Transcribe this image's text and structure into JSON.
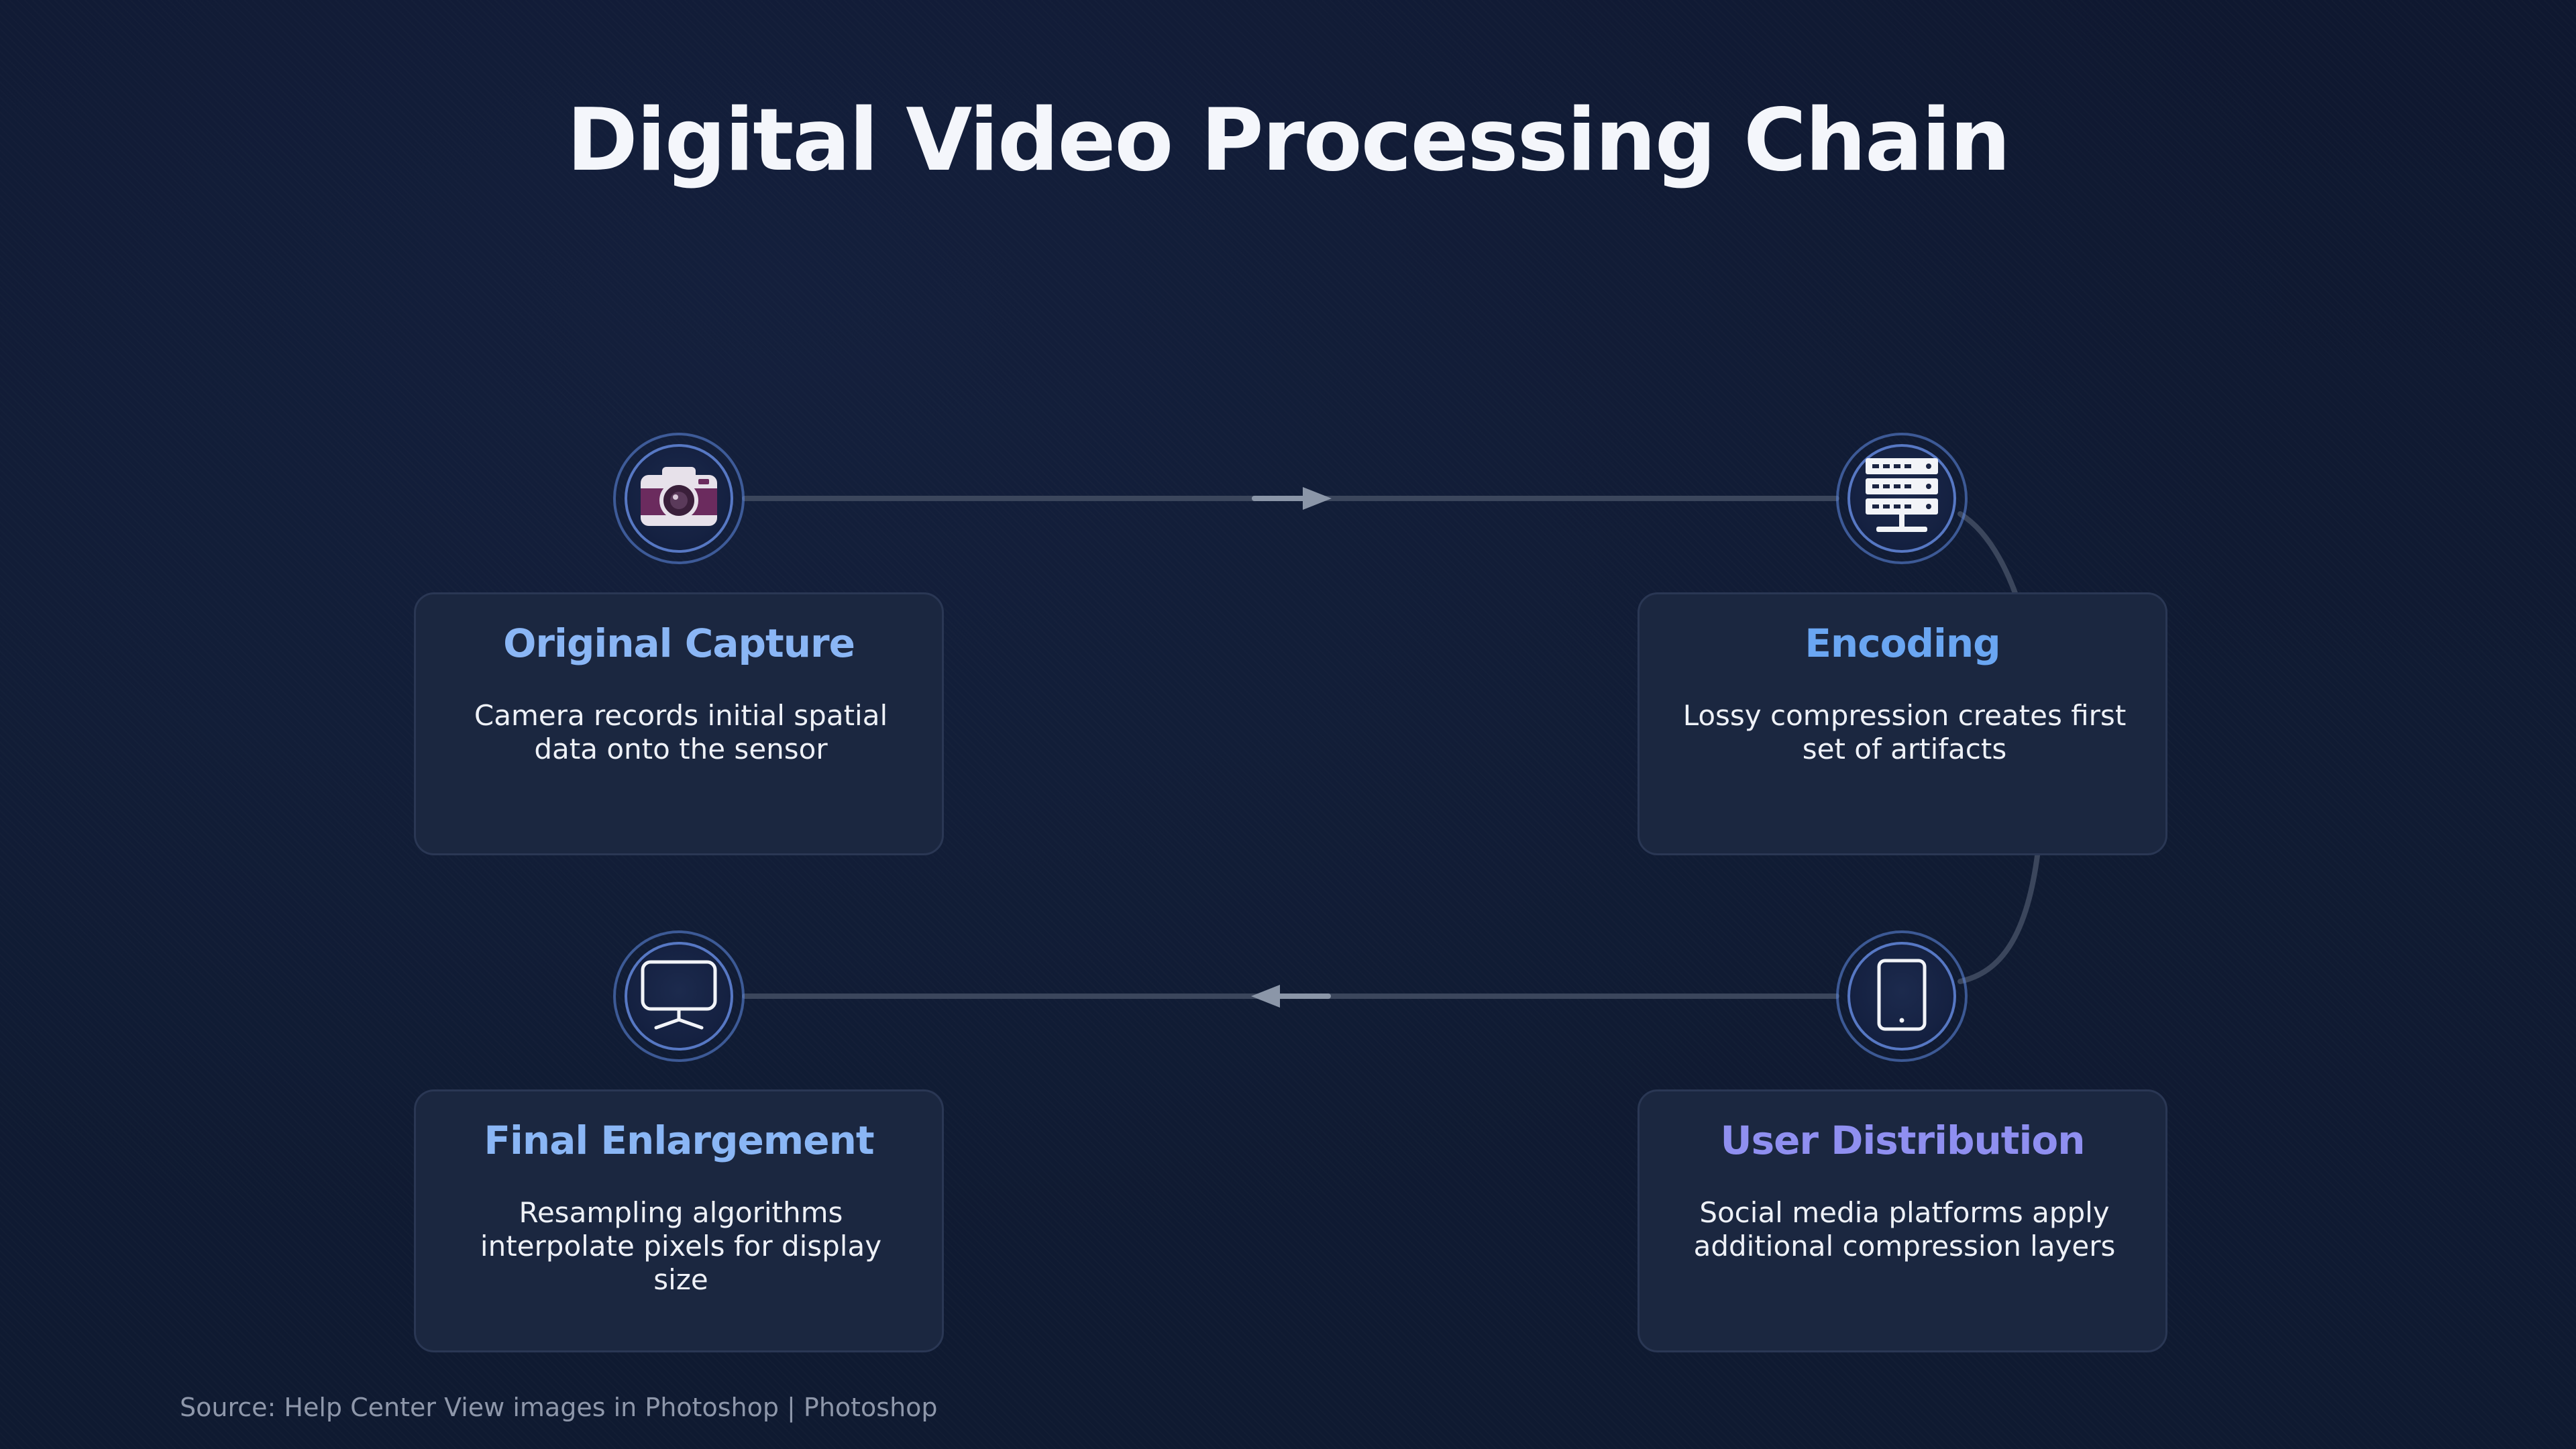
{
  "title": "Digital Video Processing Chain",
  "colors": {
    "background": "#101b33",
    "card_bg": "#1b2740",
    "connector": "#3b465c",
    "arrow": "#8b96a8",
    "title_blue": "#8ab6f5",
    "title_blue_alt": "#6aa6f2",
    "title_violet": "#8f8ff0"
  },
  "steps": [
    {
      "icon": "camera-icon",
      "title": "Original Capture",
      "description": "Camera records initial spatial data onto the sensor"
    },
    {
      "icon": "server-icon",
      "title": "Encoding",
      "description": "Lossy compression creates first set of artifacts"
    },
    {
      "icon": "tablet-icon",
      "title": "User Distribution",
      "description": "Social media platforms apply additional compression layers"
    },
    {
      "icon": "monitor-icon",
      "title": "Final Enlargement",
      "description": "Resampling algorithms interpolate pixels for display size"
    }
  ],
  "source": "Source: Help Center View images in Photoshop | Photoshop"
}
